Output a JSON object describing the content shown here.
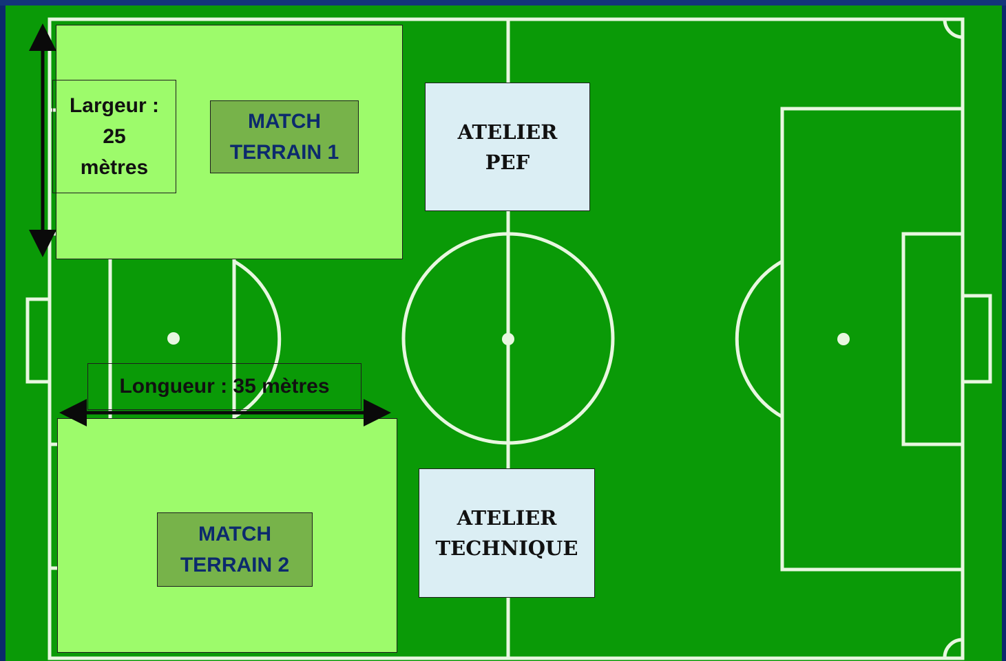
{
  "colors": {
    "pitch": "#0a9a07",
    "pitch_lines": "#e8f7e0",
    "zone_fill": "#9dfb6b",
    "match_label_fill": "#77b34a",
    "match_label_text": "#0c2a6d",
    "atelier_fill": "#dbeef4",
    "header_band": "#13357a"
  },
  "zones": {
    "terrain_1": {
      "line1": "MATCH",
      "line2": "TERRAIN 1"
    },
    "terrain_2": {
      "line1": "MATCH",
      "line2": "TERRAIN 2"
    }
  },
  "ateliers": {
    "pef": {
      "line1": "ATELIER",
      "line2": "PEF"
    },
    "technique": {
      "line1": "ATELIER",
      "line2": "TECHNIQUE"
    }
  },
  "dimensions": {
    "width": {
      "line1": "Largeur :",
      "line2": "25",
      "line3": "mètres"
    },
    "length": {
      "text": "Longueur : 35 mètres"
    }
  }
}
